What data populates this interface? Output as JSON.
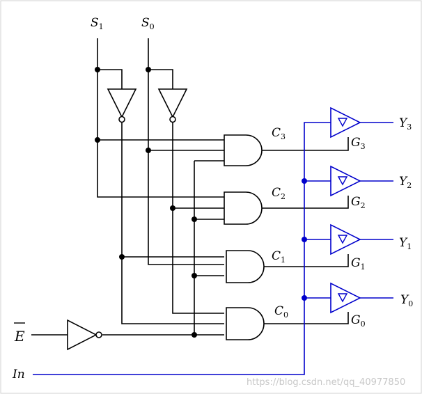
{
  "labels": {
    "S1": {
      "base": "S",
      "sub": "1"
    },
    "S0": {
      "base": "S",
      "sub": "0"
    },
    "E": {
      "base": "E"
    },
    "In": {
      "base": "In"
    },
    "C3": {
      "base": "C",
      "sub": "3"
    },
    "C2": {
      "base": "C",
      "sub": "2"
    },
    "C1": {
      "base": "C",
      "sub": "1"
    },
    "C0": {
      "base": "C",
      "sub": "0"
    },
    "G3": {
      "base": "G",
      "sub": "3"
    },
    "G2": {
      "base": "G",
      "sub": "2"
    },
    "G1": {
      "base": "G",
      "sub": "1"
    },
    "G0": {
      "base": "G",
      "sub": "0"
    },
    "Y3": {
      "base": "Y",
      "sub": "3"
    },
    "Y2": {
      "base": "Y",
      "sub": "2"
    },
    "Y1": {
      "base": "Y",
      "sub": "1"
    },
    "Y0": {
      "base": "Y",
      "sub": "0"
    }
  },
  "watermark": "https://blog.csdn.net/qq_40977850",
  "colors": {
    "wire": "#000000",
    "output_path": "#0000cc",
    "watermark": "#c8c8c8"
  }
}
